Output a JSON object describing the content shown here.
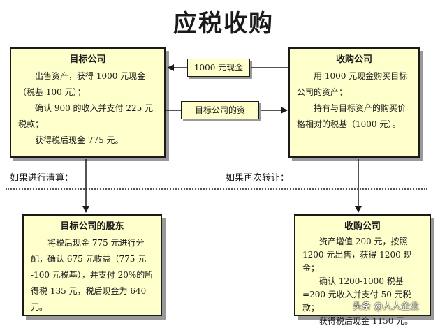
{
  "title": "应税收购",
  "target_company": {
    "head": "目标公司",
    "lines": [
      "出售资产，获得 1000 元现金（税基 100 元）；",
      "确认 900 的收入并支付 225 元税款；",
      "获得税后现金 775 元。"
    ]
  },
  "acquirer": {
    "head": "收购公司",
    "lines": [
      "用 1000 元现金购买目标公司的资产；",
      "持有与目标资产的购买价格相对的税基（1000 元）。"
    ]
  },
  "flow_cash": "1000 元现金",
  "flow_assets": "目标公司的资",
  "caption_left": "如果进行清算：",
  "caption_right": "如果再次转让：",
  "shareholders": {
    "head": "目标公司的股东",
    "lines": [
      "将税后现金 775 元进行分配，确认 675 元收益（775 元 -100 元税基），并支付 20%的所得税 135 元，税后现金为 640 元。"
    ]
  },
  "acquirer_resale": {
    "head": "收购公司",
    "lines": [
      "资产增值 200 元，按照 1200 元出售，获得 1200 现金；",
      "确认 1200-1000 税基=200 元收入并支付 50 元税款；",
      "获得税后现金 1150 元。"
    ]
  },
  "watermark": "头条 @人人企业"
}
